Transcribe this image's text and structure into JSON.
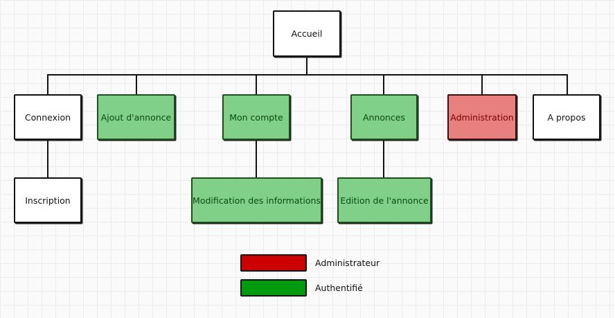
{
  "nodes": {
    "accueil": "Accueil",
    "connexion": "Connexion",
    "ajout_annonce": "Ajout d'annonce",
    "mon_compte": "Mon compte",
    "annonces": "Annonces",
    "administration": "Administration",
    "a_propos": "A propos",
    "inscription": "Inscription",
    "modification_informations": "Modification des informations",
    "edition_annonce": "Edition de l'annonce"
  },
  "legend": {
    "admin": {
      "label": "Administrateur",
      "color": "#cc0000"
    },
    "auth": {
      "label": "Authentifié",
      "color": "#009a0e"
    }
  },
  "colors": {
    "default_fill": "#ffffff",
    "auth_fill": "#80d08a",
    "admin_fill": "#e88080"
  }
}
